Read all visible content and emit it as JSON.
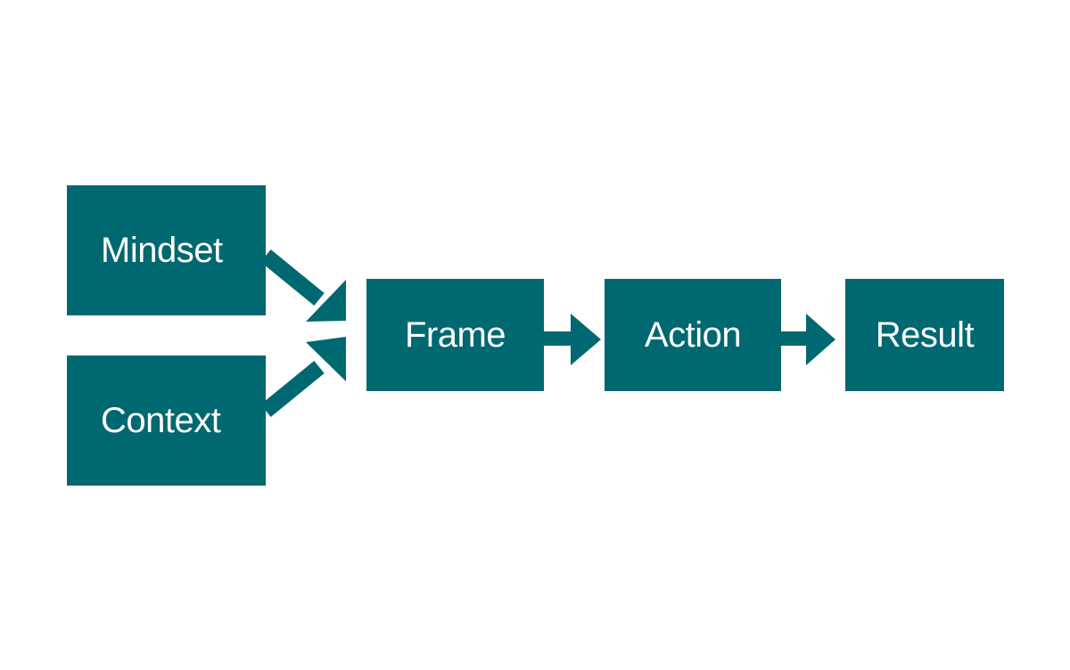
{
  "diagram": {
    "colors": {
      "box": "#006870",
      "arrow": "#006870",
      "text": "#ffffff",
      "background": "#ffffff"
    },
    "nodes": {
      "mindset": "Mindset",
      "context": "Context",
      "frame": "Frame",
      "action": "Action",
      "result": "Result"
    },
    "edges": [
      {
        "from": "Mindset",
        "to": "Frame"
      },
      {
        "from": "Context",
        "to": "Frame"
      },
      {
        "from": "Frame",
        "to": "Action"
      },
      {
        "from": "Action",
        "to": "Result"
      }
    ]
  }
}
